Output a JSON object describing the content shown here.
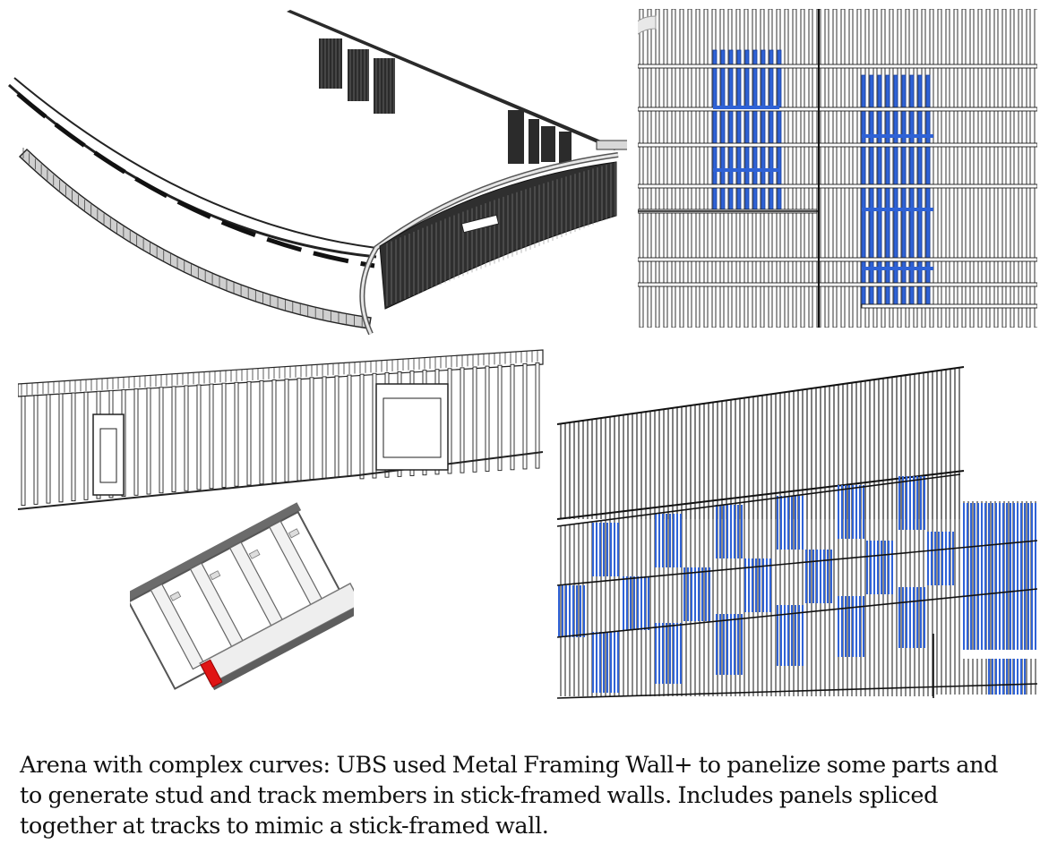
{
  "caption": {
    "text": "Arena with complex curves: UBS used Metal Framing Wall+ to panelize some parts and to generate stud and track members in stick-framed walls. Includes panels spliced together at tracks to mimic a stick-framed wall."
  },
  "colors": {
    "stud_stroke": "#1a1a1a",
    "highlight_blue": "#2f62d6",
    "splice_red": "#e01515",
    "panel_fill_dark": "#3a3a3a",
    "background": "#ffffff"
  },
  "panels": [
    {
      "name": "arena-curved-wall-3d-view"
    },
    {
      "name": "framing-detail-blue-panels"
    },
    {
      "name": "stick-framed-wall-elevation"
    },
    {
      "name": "spliced-panel-3d-view"
    },
    {
      "name": "panelized-wall-blue-panels"
    }
  ]
}
